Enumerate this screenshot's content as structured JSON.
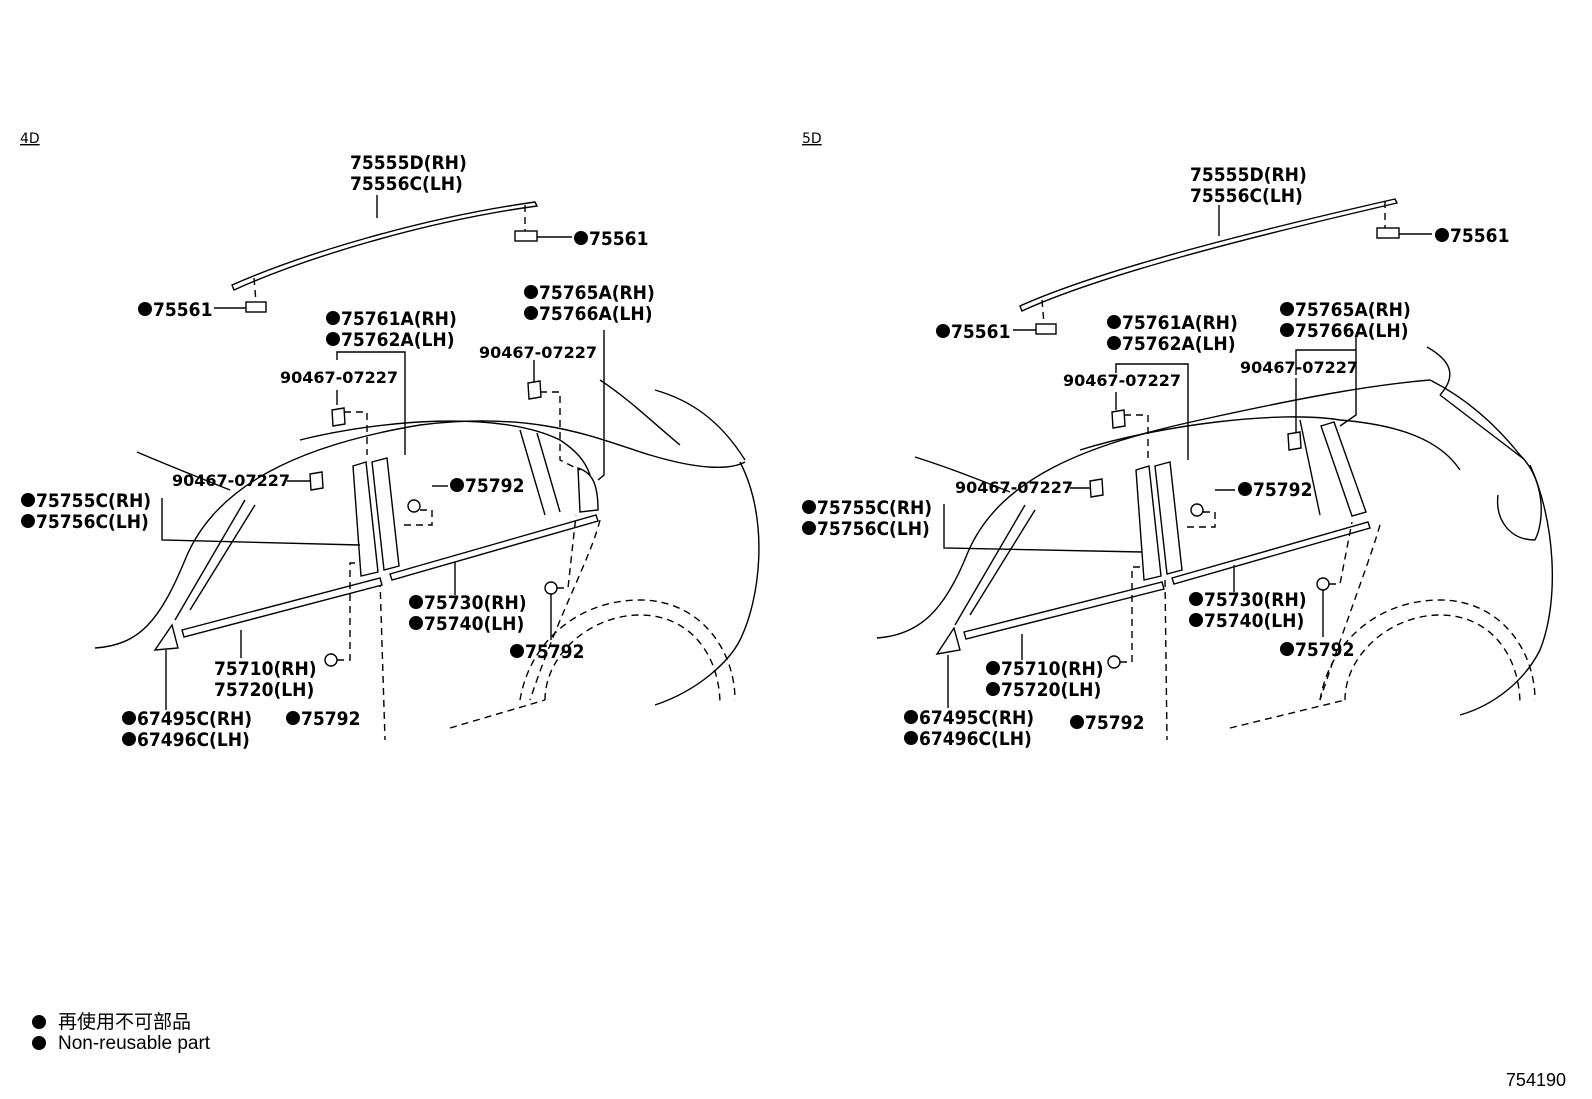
{
  "sections": {
    "left": "4D",
    "right": "5D"
  },
  "labels": {
    "p75555D": "75555D(RH)",
    "p75556C": "75556C(LH)",
    "p75561": "75561",
    "p75765A": "75765A(RH)",
    "p75766A": "75766A(LH)",
    "p75761A": "75761A(RH)",
    "p75762A": "75762A(LH)",
    "p90467": "90467-07227",
    "p75755C": "75755C(RH)",
    "p75756C": "75756C(LH)",
    "p75792": "75792",
    "p75730": "75730(RH)",
    "p75740": "75740(LH)",
    "p75710": "75710(RH)",
    "p75720": "75720(LH)",
    "p67495C": "67495C(RH)",
    "p67496C": "67496C(LH)"
  },
  "legend": {
    "jp": "再使用不可部品",
    "en": "Non-reusable part"
  },
  "figure_number": "754190"
}
